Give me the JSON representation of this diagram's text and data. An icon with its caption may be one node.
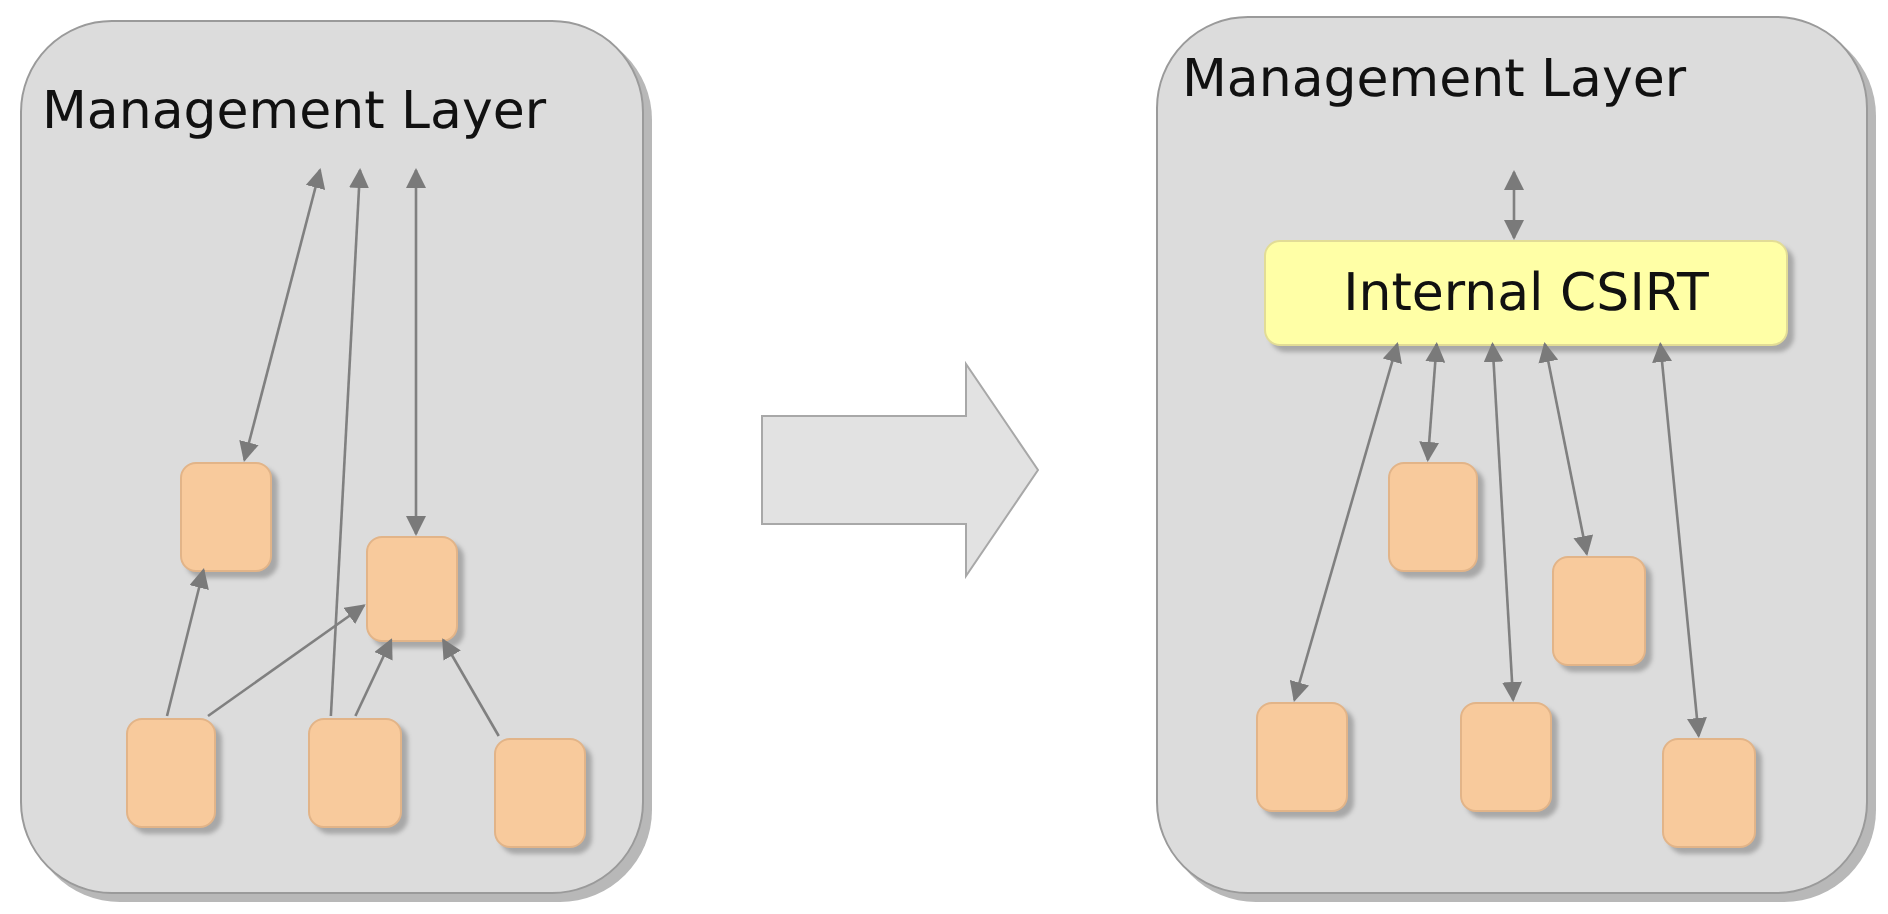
{
  "diagram": {
    "nodes": [
      {
        "text": [
          "Management Layer"
        ]
      },
      {
        "text": [],
        "shape": "box",
        "in": 0
      },
      {
        "text": [],
        "shape": "box",
        "in": 0
      },
      {
        "text": [],
        "shape": "box",
        "in": 0
      },
      {
        "text": [],
        "shape": "box",
        "in": 0
      },
      {
        "text": [],
        "shape": "box",
        "in": 0
      },
      {
        "text": [
          "Management Layer"
        ]
      },
      {
        "text": [
          "Internal CSIRT"
        ],
        "in": 6
      },
      {
        "text": [],
        "shape": "box",
        "in": 6
      },
      {
        "text": [],
        "shape": "box",
        "in": 6
      },
      {
        "text": [],
        "shape": "box",
        "in": 6
      },
      {
        "text": [],
        "shape": "box",
        "in": 6
      },
      {
        "text": [],
        "shape": "box",
        "in": 6
      }
    ],
    "edges": [
      {
        "from": 1,
        "to": null,
        "arrow": "both"
      },
      {
        "from": 4,
        "to": null,
        "arrow": "to"
      },
      {
        "from": 2,
        "to": null,
        "arrow": "both"
      },
      {
        "from": 3,
        "to": 1,
        "arrow": "to"
      },
      {
        "from": 3,
        "to": 2,
        "arrow": "to"
      },
      {
        "from": 4,
        "to": 2,
        "arrow": "to"
      },
      {
        "from": 5,
        "to": 2,
        "arrow": "to"
      },
      {
        "from": 7,
        "to": null,
        "arrow": "both"
      },
      {
        "from": 7,
        "to": 10,
        "arrow": "both"
      },
      {
        "from": 7,
        "to": 8,
        "arrow": "both"
      },
      {
        "from": 7,
        "to": 11,
        "arrow": "both"
      },
      {
        "from": 7,
        "to": 9,
        "arrow": "both"
      },
      {
        "from": 7,
        "to": 12,
        "arrow": "both"
      },
      {
        "from": 0,
        "to": 6,
        "arrow": "to",
        "style": "thick"
      }
    ]
  }
}
